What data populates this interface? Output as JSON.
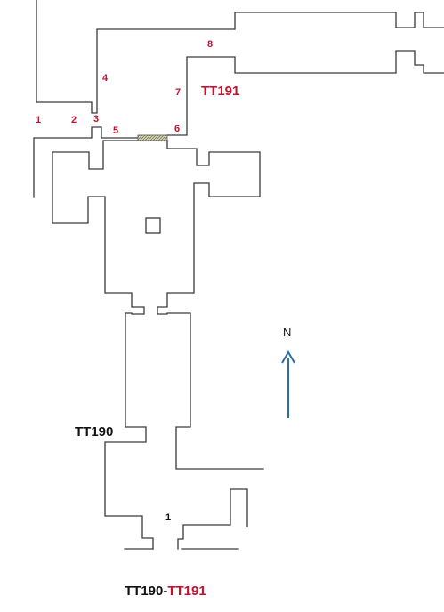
{
  "labels": {
    "tt191": "TT191",
    "tt190": "TT190",
    "caption_part1": "TT190-",
    "caption_part2": "TT191",
    "north": "N"
  },
  "markers": {
    "tt191": [
      "1",
      "2",
      "3",
      "4",
      "5",
      "6",
      "7",
      "8"
    ],
    "tt190": [
      "1"
    ]
  },
  "colors": {
    "walls": "#3a3a3a",
    "tt191_labels": "#c8102e",
    "tt190_labels": "#111111",
    "north_arrow": "#2e6da4",
    "blocked_passage": "#8a8a70"
  }
}
